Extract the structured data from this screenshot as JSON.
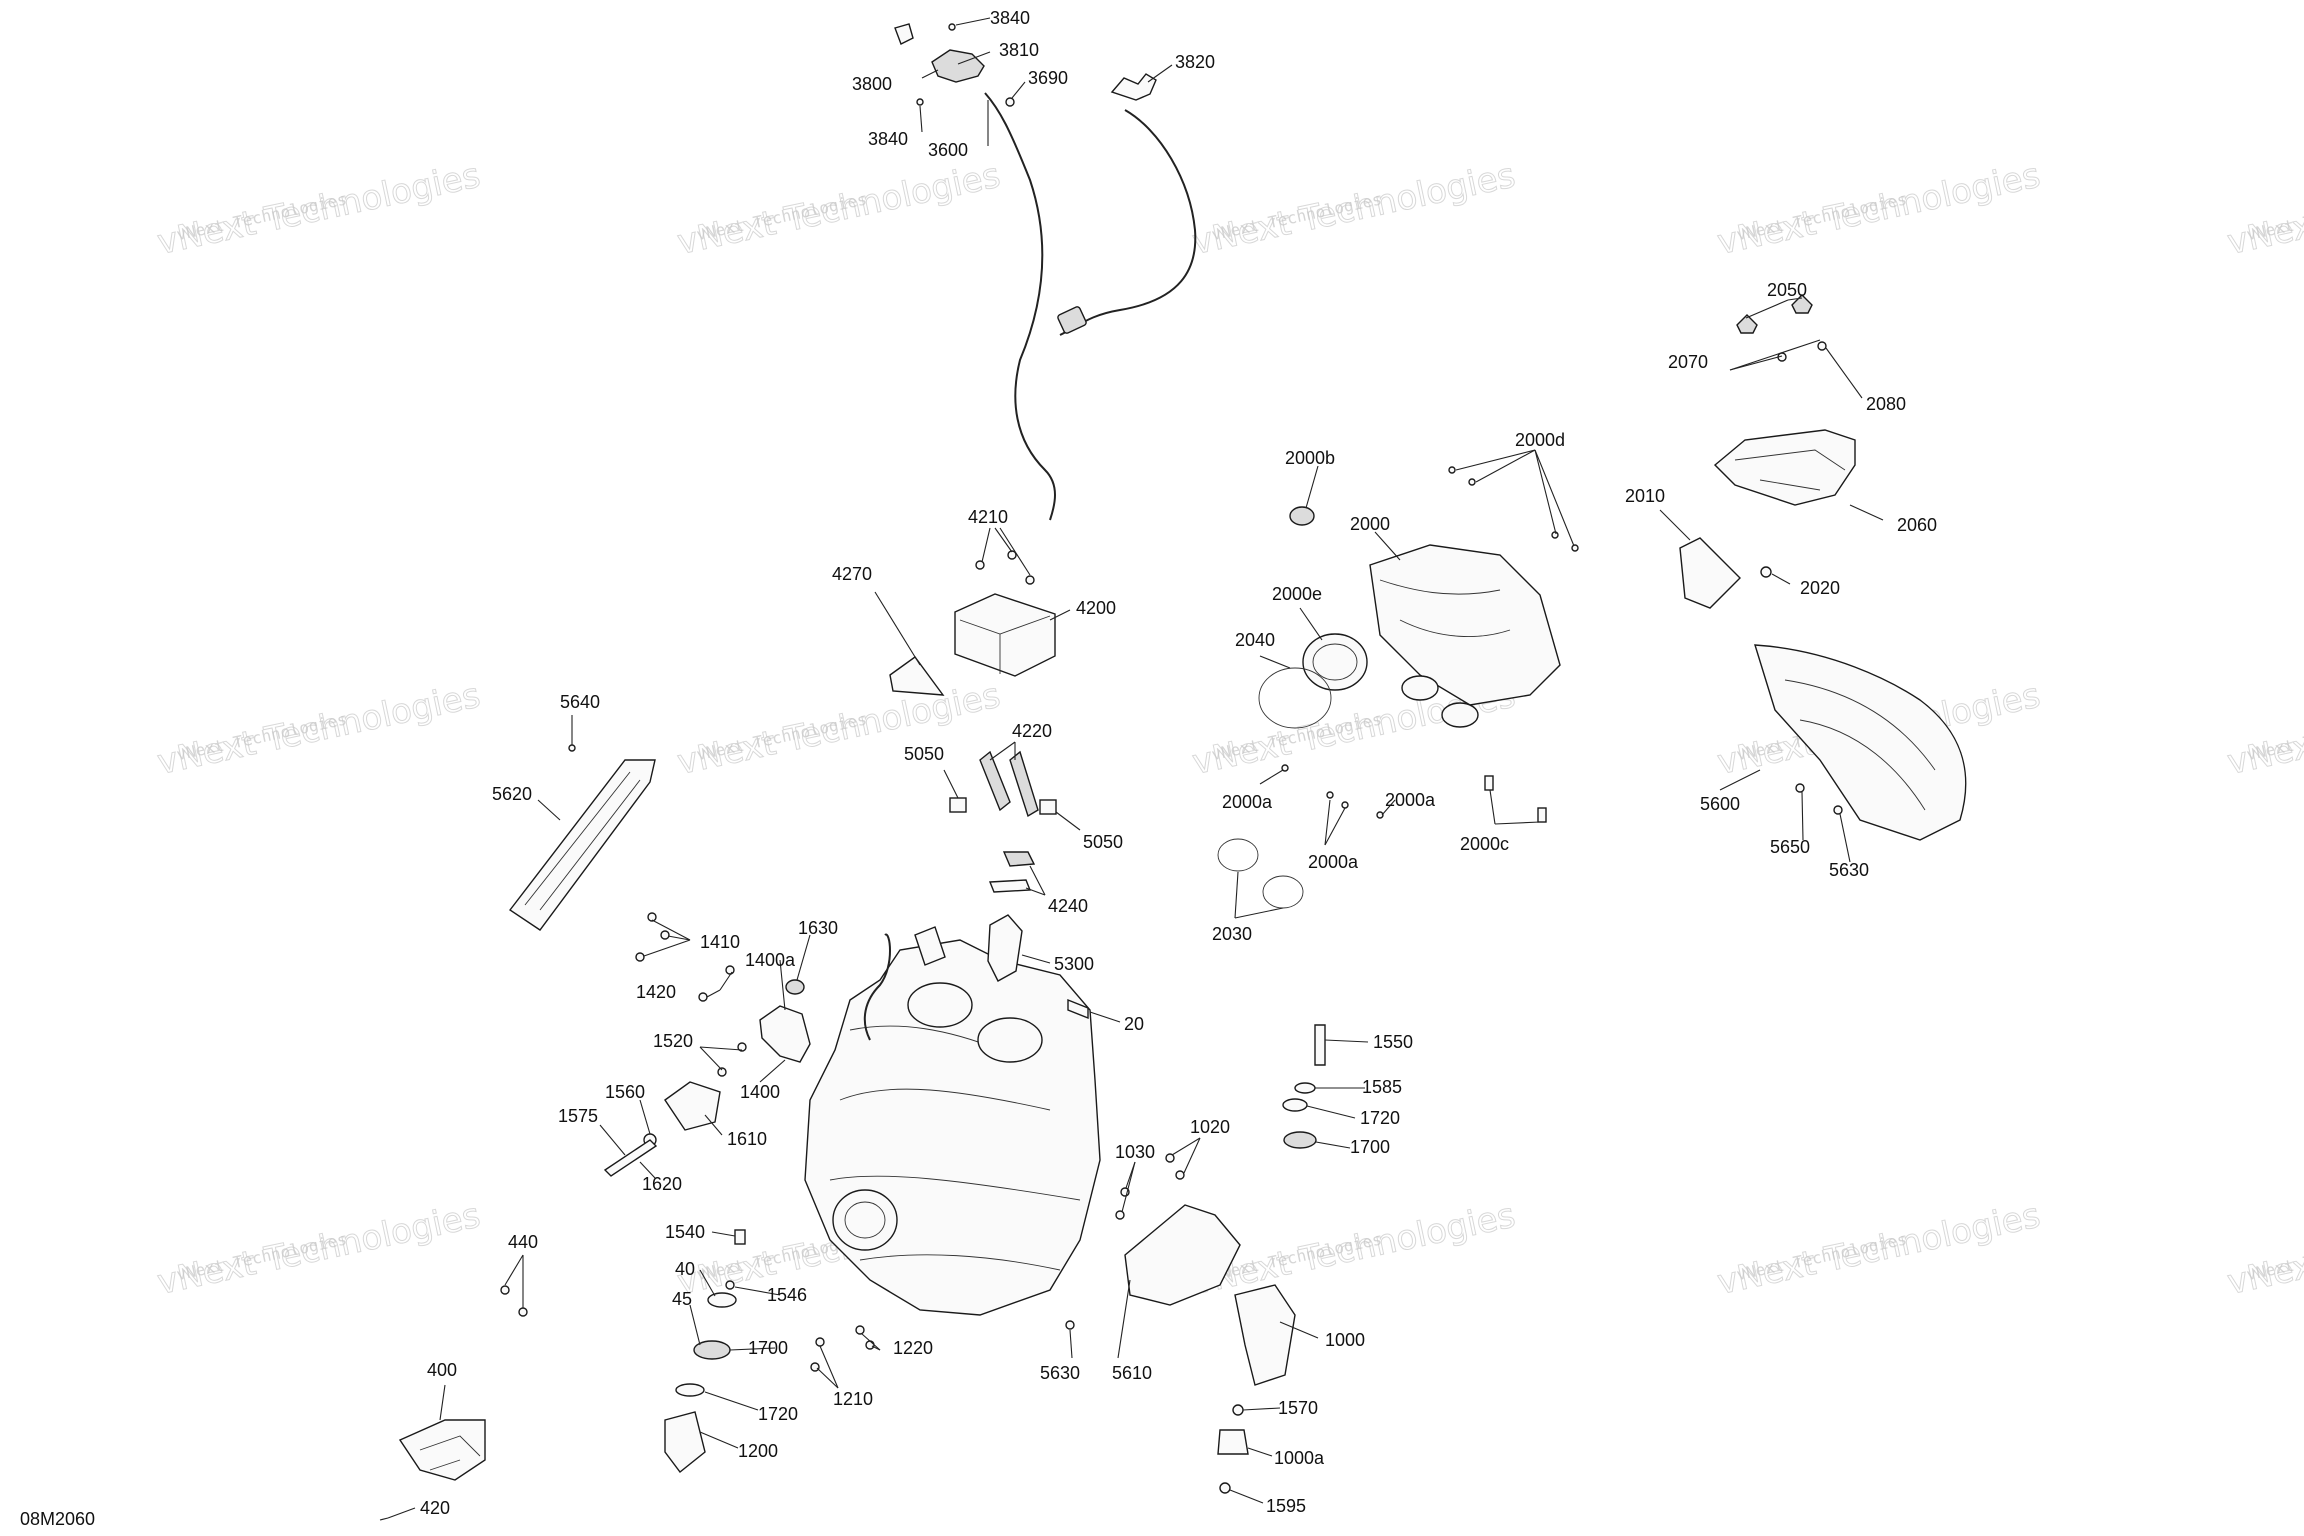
{
  "diagram_code": "08M2060",
  "watermark": {
    "line1": "vNext Technologies",
    "line2": "Technologies",
    "line0": "vNext"
  },
  "labels": {
    "l3840a": "3840",
    "l3810": "3810",
    "l3800": "3800",
    "l3690": "3690",
    "l3840b": "3840",
    "l3600": "3600",
    "l3820": "3820",
    "l4210": "4210",
    "l4270": "4270",
    "l4200": "4200",
    "l4220": "4220",
    "l5050a": "5050",
    "l5050b": "5050",
    "l4240": "4240",
    "l5640": "5640",
    "l5620": "5620",
    "l2000b": "2000b",
    "l2000d": "2000d",
    "l2000": "2000",
    "l2000e": "2000e",
    "l2040": "2040",
    "l2000a1": "2000a",
    "l2000a2": "2000a",
    "l2000a3": "2000a",
    "l2000c": "2000c",
    "l2030": "2030",
    "l2050": "2050",
    "l2070": "2070",
    "l2080": "2080",
    "l2010": "2010",
    "l2060": "2060",
    "l2020": "2020",
    "l5600": "5600",
    "l5650": "5650",
    "l5630a": "5630",
    "l1410": "1410",
    "l1630": "1630",
    "l1400a": "1400a",
    "l1420": "1420",
    "l5300": "5300",
    "l20": "20",
    "l1520": "1520",
    "l1400": "1400",
    "l1560": "1560",
    "l1575": "1575",
    "l1610": "1610",
    "l1620": "1620",
    "l1550": "1550",
    "l1585": "1585",
    "l1720a": "1720",
    "l1700a": "1700",
    "l1020": "1020",
    "l1030": "1030",
    "l440": "440",
    "l1540": "1540",
    "l40": "40",
    "l1546": "1546",
    "l45": "45",
    "l1700b": "1700",
    "l1220": "1220",
    "l1210": "1210",
    "l1720b": "1720",
    "l1200": "1200",
    "l5630b": "5630",
    "l5610": "5610",
    "l1000": "1000",
    "l1570": "1570",
    "l1000a": "1000a",
    "l1595": "1595",
    "l400": "400",
    "l420": "420"
  }
}
